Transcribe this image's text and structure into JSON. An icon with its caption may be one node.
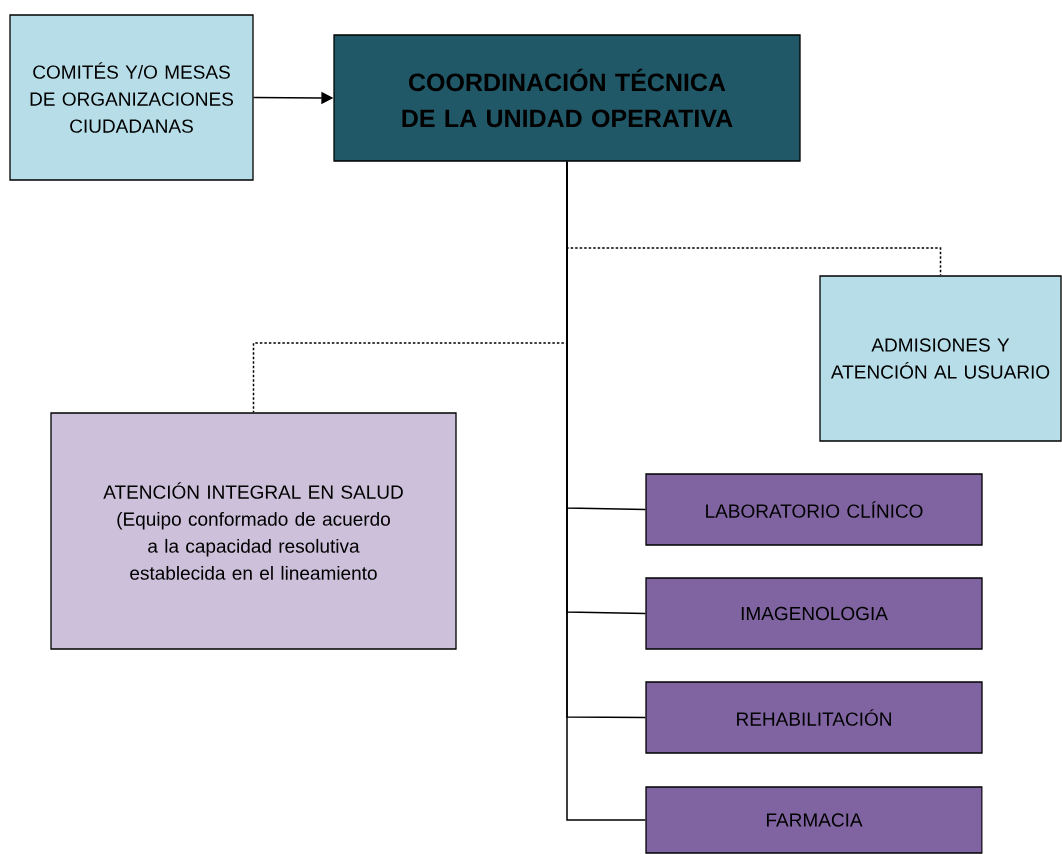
{
  "diagram": {
    "nodes": [
      {
        "text": [
          "COMITÉS Y/O MESAS DE ORGANIZACIONES CIUDADANAS"
        ]
      },
      {
        "text": [
          "COORDINACIÓN TÉCNICA DE LA UNIDAD OPERATIVA"
        ]
      },
      {
        "text": [
          "ADMISIONES Y ATENCIÓN AL USUARIO"
        ]
      },
      {
        "text": [
          "ATENCIÓN INTEGRAL EN SALUD",
          "(Equipo conformado de acuerdo a la capacidad resolutiva establecida en el lineamiento"
        ]
      },
      {
        "text": [
          "LABORATORIO CLÍNICO"
        ]
      },
      {
        "text": [
          "IMAGENOLOGIA"
        ]
      },
      {
        "text": [
          "REHABILITACIÓN"
        ]
      },
      {
        "text": [
          "FARMACIA"
        ]
      }
    ],
    "edges": [
      {
        "from": 0,
        "to": 1,
        "arrow": "to"
      },
      {
        "from": 1,
        "to": 2,
        "arrow": "none",
        "style": "dashed"
      },
      {
        "from": 1,
        "to": 3,
        "arrow": "none",
        "style": "dashed"
      },
      {
        "from": 1,
        "to": 4,
        "arrow": "none"
      },
      {
        "from": 1,
        "to": 5,
        "arrow": "none"
      },
      {
        "from": 1,
        "to": 6,
        "arrow": "none"
      },
      {
        "from": 1,
        "to": 7,
        "arrow": "none"
      }
    ]
  }
}
